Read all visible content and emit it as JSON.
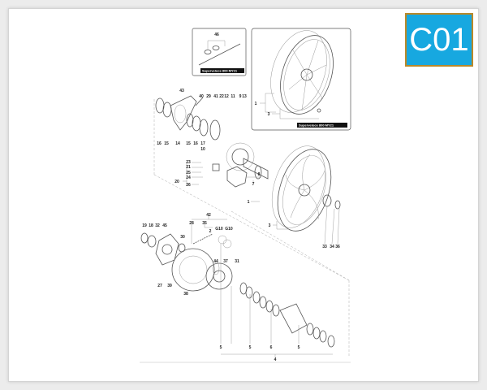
{
  "badge": {
    "code": "C01",
    "color": "#17a8e0",
    "border_color": "#b8892a"
  },
  "insets": [
    {
      "model_tag": "Superveloce 800 MY21",
      "callouts": [
        "46"
      ]
    },
    {
      "model_tag": "Superveloce 800 MY21",
      "callouts": [
        "1",
        "3"
      ]
    }
  ],
  "callouts": [
    "43",
    "40",
    "29",
    "41",
    "22",
    "12",
    "11",
    "9",
    "13",
    "16",
    "15",
    "14",
    "15",
    "16",
    "17",
    "10",
    "23",
    "21",
    "25",
    "24",
    "26",
    "20",
    "8",
    "7",
    "1",
    "3",
    "33",
    "34",
    "36",
    "19",
    "18",
    "32",
    "45",
    "42",
    "28",
    "35",
    "G10",
    "G10",
    "2",
    "30",
    "44",
    "37",
    "31",
    "27",
    "39",
    "38",
    "5",
    "5",
    "6",
    "5",
    "4"
  ]
}
